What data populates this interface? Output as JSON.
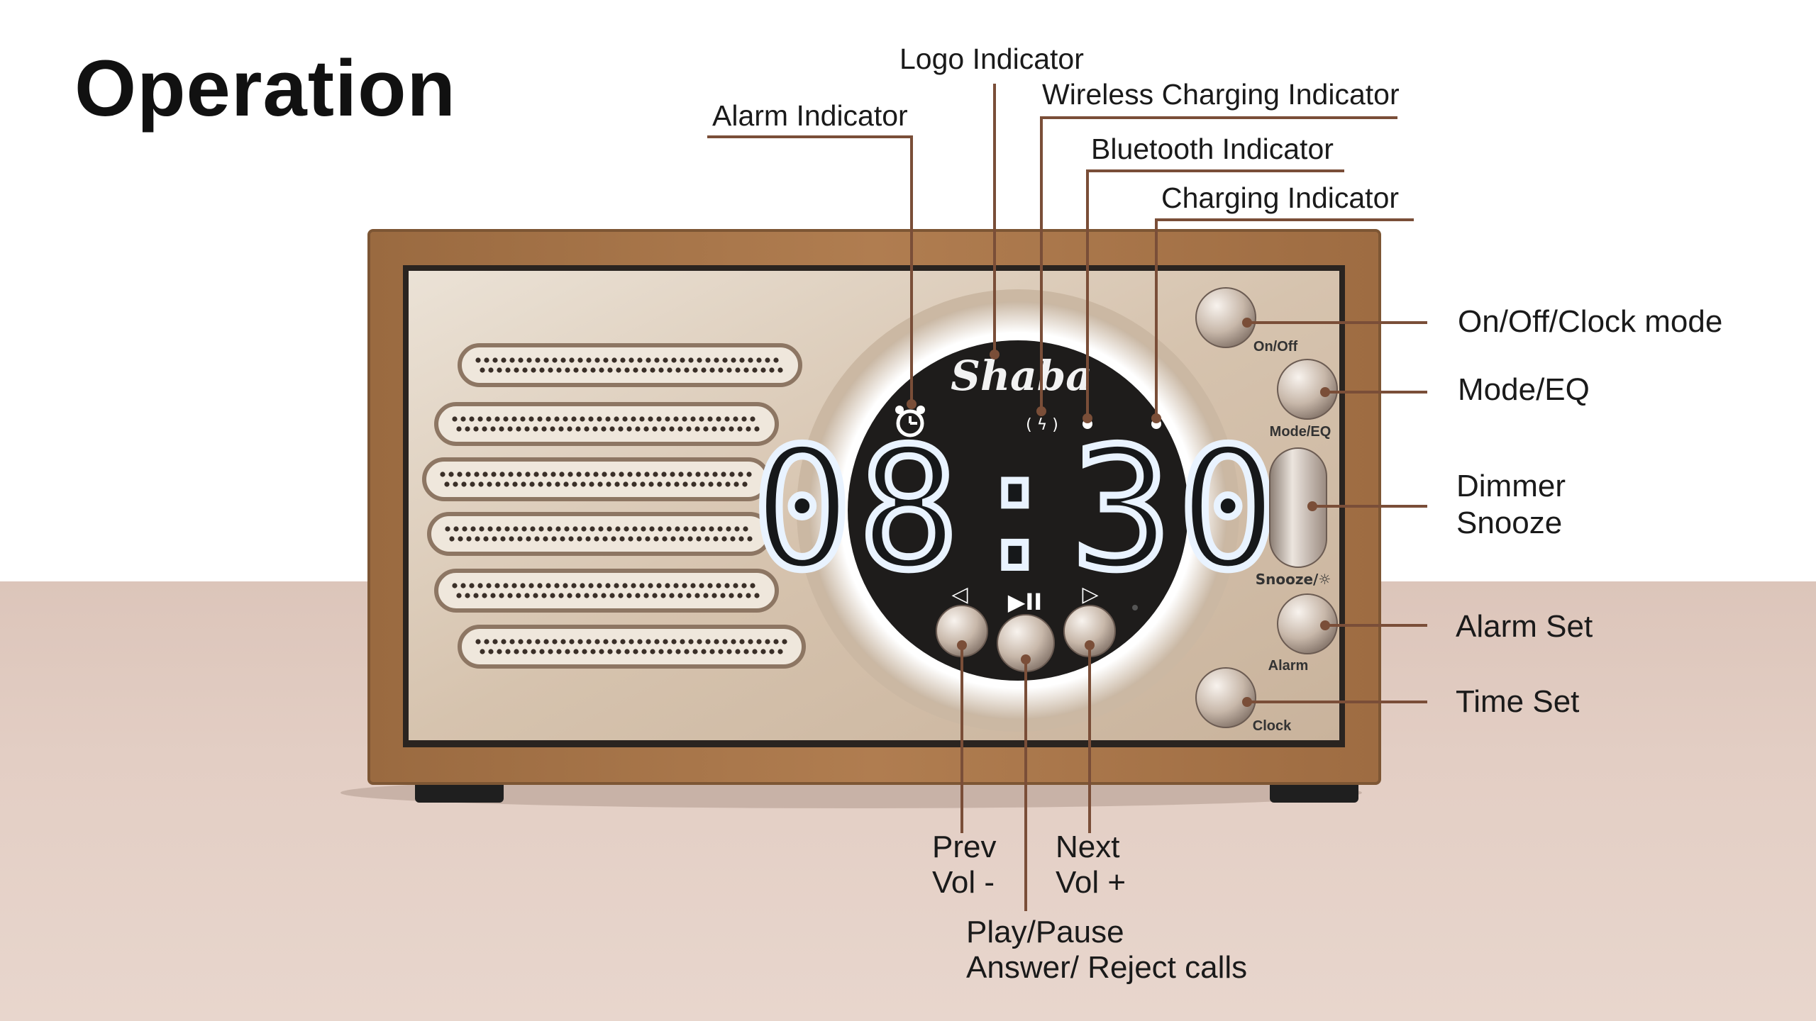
{
  "page": {
    "title": "Operation"
  },
  "device": {
    "brand": "Shaba",
    "time_display": "08:30",
    "side_buttons": [
      {
        "id": "onoff",
        "printed": "On/Off"
      },
      {
        "id": "mode",
        "printed": "Mode/EQ"
      },
      {
        "id": "snooze",
        "printed": "Snooze/☼"
      },
      {
        "id": "alarm",
        "printed": "Alarm"
      },
      {
        "id": "clock",
        "printed": "Clock"
      }
    ],
    "front_buttons": [
      {
        "id": "prev",
        "symbol": "◁"
      },
      {
        "id": "play",
        "symbol": "▶II"
      },
      {
        "id": "next",
        "symbol": "▷"
      }
    ],
    "icons": [
      "alarm-clock-icon",
      "wireless-charging-icon",
      "bluetooth-indicator-dot",
      "charging-indicator-dot"
    ],
    "colors": {
      "wood": "#a8764a",
      "panel": "#d8c6b2",
      "display": "#1d1d1d",
      "digits": "#e8f2ff",
      "leader": "#7a4e38"
    }
  },
  "callouts": {
    "top": {
      "alarm": "Alarm Indicator",
      "logo": "Logo Indicator",
      "wireless": "Wireless Charging Indicator",
      "bluetooth": "Bluetooth Indicator",
      "charging": "Charging Indicator"
    },
    "right": {
      "onoff": "On/Off/Clock mode",
      "mode": "Mode/EQ",
      "dimmer_line1": "Dimmer",
      "dimmer_line2": "Snooze",
      "alarm_set": "Alarm Set",
      "time_set": "Time Set"
    },
    "bottom": {
      "prev_line1": "Prev",
      "prev_line2": "Vol -",
      "next_line1": "Next",
      "next_line2": "Vol +",
      "play_line1": "Play/Pause",
      "play_line2": "Answer/ Reject calls"
    }
  }
}
